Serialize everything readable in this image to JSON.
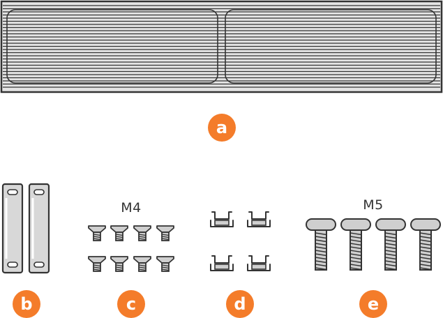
{
  "colors": {
    "accent": "#f47c2a",
    "outline": "#333333",
    "panel_fill": "#e4e4e4",
    "part_fill": "#cfcfcf"
  },
  "parts": {
    "a": {
      "badge": "a",
      "icon": "rack-panel-icon"
    },
    "b": {
      "badge": "b",
      "icon": "bracket-icon",
      "count": 2
    },
    "c": {
      "badge": "c",
      "label": "M4",
      "icon": "flat-head-screw-icon",
      "count": 8
    },
    "d": {
      "badge": "d",
      "icon": "clip-nut-icon",
      "count": 4
    },
    "e": {
      "badge": "e",
      "label": "M5",
      "icon": "pan-head-screw-icon",
      "count": 4
    }
  }
}
